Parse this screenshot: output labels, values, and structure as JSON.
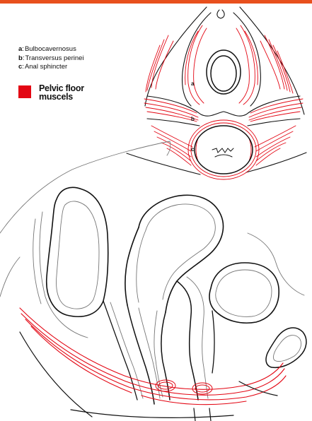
{
  "legend": {
    "items": [
      {
        "key": "a",
        "label": "Bulbocavernosus"
      },
      {
        "key": "b",
        "label": "Transversus perinei"
      },
      {
        "key": "c",
        "label": "Anal sphincter"
      }
    ],
    "separator": ":"
  },
  "swatch": {
    "line1": "Pelvic floor",
    "line2": "muscels",
    "color": "#e30613"
  },
  "muscle_labels": {
    "a": "a",
    "b": "b",
    "c": "c"
  },
  "colors": {
    "accent_bar": "#e8501e",
    "muscle": "#e30613",
    "outline": "#111111"
  }
}
